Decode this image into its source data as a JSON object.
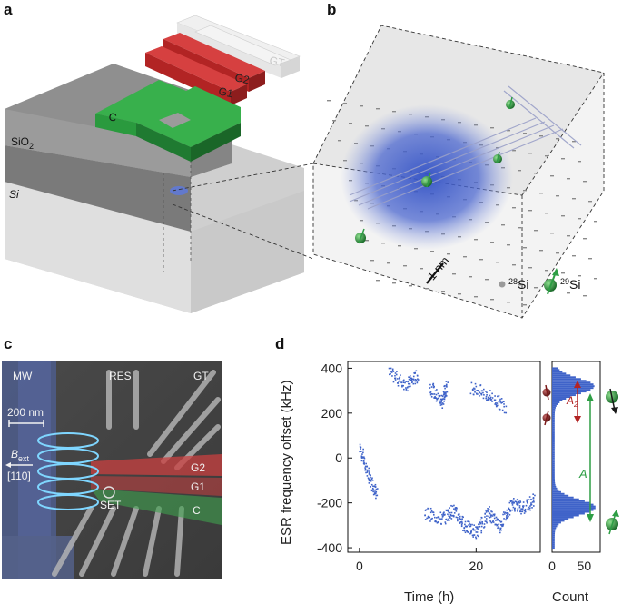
{
  "panels": {
    "a": "a",
    "b": "b",
    "c": "c",
    "d": "d"
  },
  "device": {
    "gate_labels": [
      "GT",
      "G2",
      "G1",
      "C"
    ],
    "oxide": "SiO",
    "oxide_sub": "2",
    "substrate": "Si"
  },
  "lattice": {
    "scale": "1 nm",
    "legend_28": "28",
    "legend_28_el": "Si",
    "legend_29": "29",
    "legend_29_el": "Si"
  },
  "sem": {
    "labels": {
      "mw": "MW",
      "res": "RES",
      "gt": "GT",
      "g2": "G2",
      "g1": "G1",
      "c": "C",
      "set": "SET"
    },
    "scalebar": "200 nm",
    "field": "B",
    "field_sub": "ext",
    "direction": "[110]"
  },
  "chart_data": {
    "type": "scatter",
    "ylabel": "ESR frequency offset (kHz)",
    "xlabel": "Time (h)",
    "ylim": [
      -420,
      430
    ],
    "xlim": [
      -2,
      31
    ],
    "yticks": [
      400,
      200,
      0,
      -200,
      -400
    ],
    "xticks": [
      0,
      20
    ],
    "series": [
      {
        "x": [
          0,
          1.5,
          3
        ],
        "y": [
          50,
          -80,
          -160
        ]
      },
      {
        "x": [
          5,
          8,
          10
        ],
        "y": [
          380,
          330,
          370
        ]
      },
      {
        "x": [
          12,
          14,
          15
        ],
        "y": [
          320,
          250,
          330
        ]
      },
      {
        "x": [
          11,
          14,
          16,
          18,
          20,
          22,
          24,
          26,
          28,
          30
        ],
        "y": [
          -240,
          -270,
          -230,
          -300,
          -330,
          -240,
          -300,
          -200,
          -220,
          -180
        ]
      },
      {
        "x": [
          19,
          22,
          25
        ],
        "y": [
          320,
          280,
          230
        ]
      }
    ],
    "histogram": {
      "xlabel": "Count",
      "xticks": [
        0,
        50
      ],
      "xlim": [
        0,
        75
      ],
      "peaks": [
        {
          "y": 320,
          "count": 62
        },
        {
          "y": -220,
          "count": 64
        }
      ]
    },
    "annotations": {
      "A": "A",
      "A_small": "A",
      "A_small_sub": "2"
    }
  },
  "colors": {
    "green": "#2e9e45",
    "red": "#b22424",
    "blue": "#3f63c9",
    "grey": "#888888"
  }
}
